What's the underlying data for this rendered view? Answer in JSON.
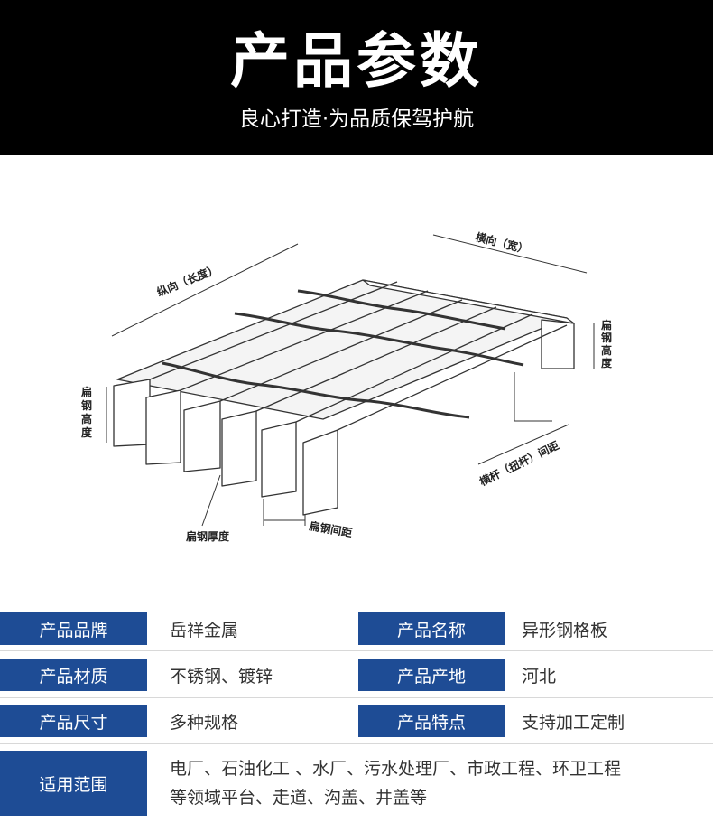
{
  "header": {
    "title": "产品参数",
    "subtitle": "良心打造·为品质保驾护航"
  },
  "diagram": {
    "label_longitudinal": "纵向（长度）",
    "label_transverse": "横向（宽）",
    "label_flat_steel_height_left": [
      "扁",
      "钢",
      "高",
      "度"
    ],
    "label_flat_steel_height_right": [
      "扁",
      "钢",
      "高",
      "度"
    ],
    "label_cross_bar_spacing": "横杆（扭杆）间距",
    "label_flat_steel_thickness": "扁钢厚度",
    "label_flat_steel_spacing": "扁钢间距"
  },
  "specs": {
    "brand_label": "产品品牌",
    "brand_value": "岳祥金属",
    "name_label": "产品名称",
    "name_value": "异形钢格板",
    "material_label": "产品材质",
    "material_value": "不锈钢、镀锌",
    "origin_label": "产品产地",
    "origin_value": "河北",
    "size_label": "产品尺寸",
    "size_value": "多种规格",
    "feature_label": "产品特点",
    "feature_value": "支持加工定制",
    "scope_label": "适用范围",
    "scope_line1": "电厂、石油化工 、水厂、污水处理厂、市政工程、环卫工程",
    "scope_line2": "等领域平台、走道、沟盖、井盖等"
  },
  "colors": {
    "header_bg": "#000000",
    "label_block": "#1e4c95"
  }
}
